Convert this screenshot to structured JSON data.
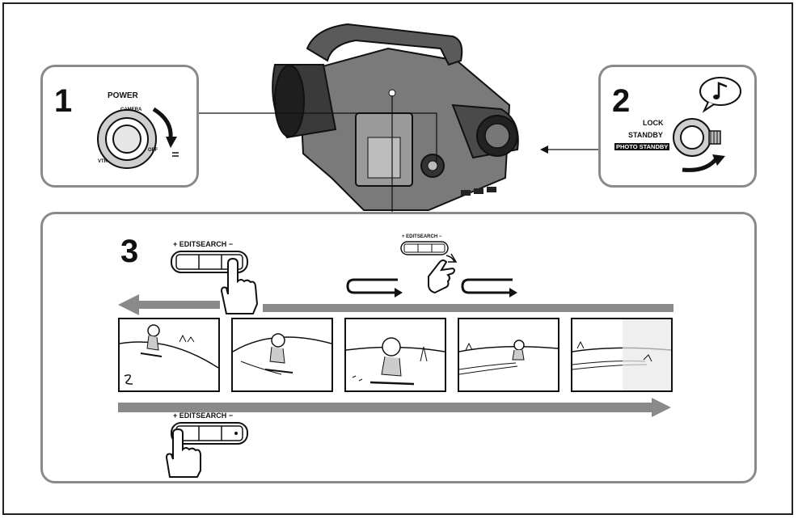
{
  "steps": [
    {
      "number": "1",
      "label_power": "POWER",
      "dial_labels": [
        "CAMERA",
        "VTR",
        "OFF"
      ]
    },
    {
      "number": "2",
      "labels": [
        "LOCK",
        "STANDBY",
        "PHOTO STANDBY"
      ]
    },
    {
      "number": "3"
    }
  ],
  "edit_search": {
    "top_label": "+ EDITSEARCH −",
    "small_label": "+ EDITSEARCH −",
    "bottom_label": "+ EDITSEARCH −"
  },
  "icons": [
    "hand-press-icon",
    "music-note-icon",
    "rewind-arrow-icon",
    "forward-arrow-icon",
    "return-loop-icon"
  ],
  "frame_count": 5
}
